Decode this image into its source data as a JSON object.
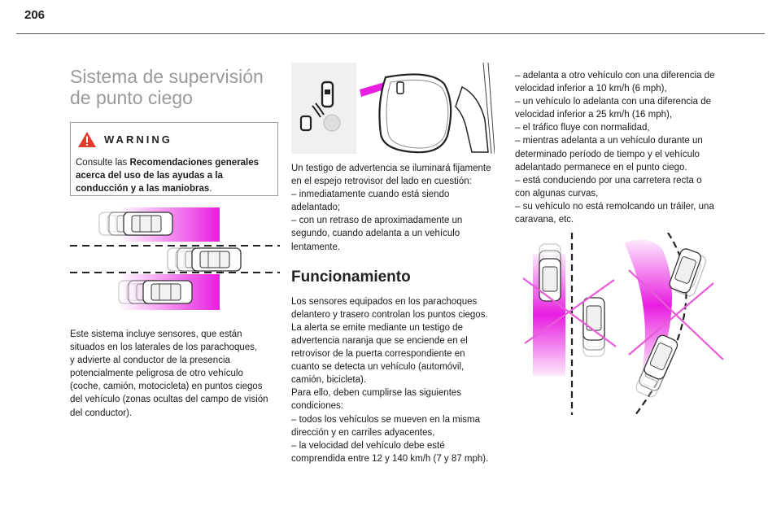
{
  "page": {
    "number": "206"
  },
  "col1": {
    "title_line1": "Sistema de supervisión",
    "title_line2": "de punto ciego",
    "warning": {
      "title": "WARNING",
      "text_before": "Consulte las ",
      "text_bold": "Recomendaciones generales acerca del uso de las ayudas a la conducción y a las maniobras",
      "text_after": "."
    },
    "paragraph": "Este sistema incluye sensores, que están\nsituados en los laterales de los parachoques,\ny advierte al conductor de la presencia\npotencialmente peligrosa de otro vehículo\n(coche, camión, motocicleta) en puntos ciegos\ndel vehículo (zonas ocultas del campo de visión\ndel conductor)."
  },
  "col2": {
    "paragraph1": "Un testigo de advertencia se iluminará fijamente\nen el espejo retrovisor del lado en cuestión:\n–  inmediatamente cuando está siendo\nadelantado;\n–  con un retraso de aproximadamente un\nsegundo, cuando adelanta a un vehículo\nlentamente.",
    "heading": "Funcionamiento",
    "paragraph2": "Los sensores equipados en los parachoques\ndelantero y trasero controlan los puntos ciegos.\nLa alerta se emite mediante un testigo de\nadvertencia naranja que se enciende en el\nretrovisor de la puerta correspondiente en\ncuanto se detecta un vehículo (automóvil,\ncamión, bicicleta).\nPara ello, deben cumplirse las siguientes\ncondiciones:\n–  todos los vehículos se mueven en la misma\ndirección y en carriles adyacentes,\n–  la velocidad del vehículo debe esté\ncomprendida entre 12 y 140 km/h (7 y 87 mph)."
  },
  "col3": {
    "paragraph": "–  adelanta a otro vehículo con una diferencia de\nvelocidad inferior a 10 km/h (6 mph),\n–  un vehículo lo adelanta con una diferencia de\nvelocidad inferior a 25 km/h (16 mph),\n–  el tráfico fluye con normalidad,\n–  mientras adelanta a un vehículo durante un\ndeterminado período de tiempo y el vehículo\nadelantado permanece en el punto ciego.\n–  está conduciendo por una carretera recta o\ncon algunas curvas,\n–  su vehículo no está remolcando un tráiler, una\ncaravana, etc."
  },
  "colors": {
    "magenta": "#e81ee0",
    "cross": "#e85bd8",
    "text": "#1a1a1a",
    "title_gray": "#9a9a9a"
  }
}
